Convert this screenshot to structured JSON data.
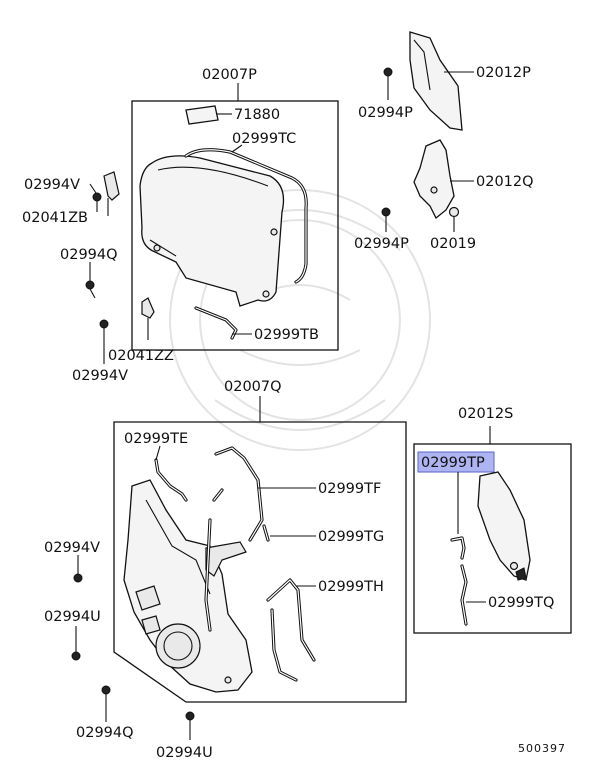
{
  "labels": {
    "p02007P": "02007P",
    "p71880": "71880",
    "p02999TC": "02999TC",
    "p02994V_a": "02994V",
    "p02041ZB": "02041ZB",
    "p02994Q_a": "02994Q",
    "p02041ZZ": "02041ZZ",
    "p02994V_b": "02994V",
    "p02999TB": "02999TB",
    "p02012P": "02012P",
    "p02994P_a": "02994P",
    "p02012Q": "02012Q",
    "p02994P_b": "02994P",
    "p02019": "02019",
    "p02007Q": "02007Q",
    "p02999TE": "02999TE",
    "p02999TF": "02999TF",
    "p02999TG": "02999TG",
    "p02999TH": "02999TH",
    "p02994V_c": "02994V",
    "p02994U_a": "02994U",
    "p02994Q_b": "02994Q",
    "p02994U_b": "02994U",
    "p02012S": "02012S",
    "p02999TP": "02999TP",
    "p02999TQ": "02999TQ",
    "diagram_number": "500397"
  },
  "highlight": {
    "part": "02999TP",
    "color": "#aeb4f2"
  }
}
